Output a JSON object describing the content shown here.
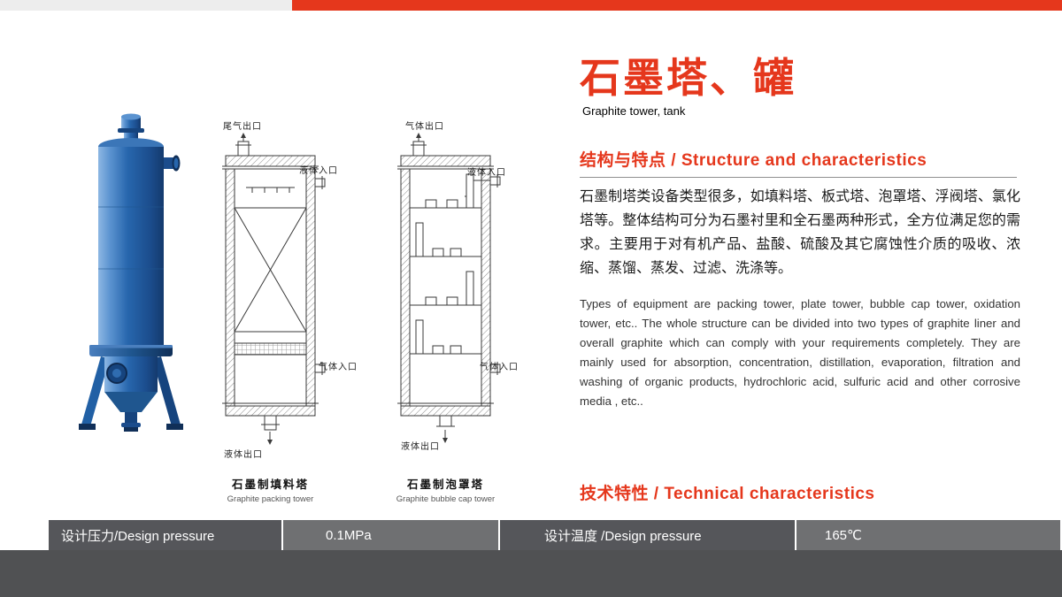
{
  "header": {
    "title_cn": "石墨塔、罐",
    "title_en": "Graphite tower, tank"
  },
  "sections": {
    "structure": {
      "heading": "结构与特点 / Structure and characteristics",
      "paragraph_cn": "石墨制塔类设备类型很多，如填料塔、板式塔、泡罩塔、浮阀塔、氯化塔等。整体结构可分为石墨衬里和全石墨两种形式，全方位满足您的需求。主要用于对有机产品、盐酸、硫酸及其它腐蚀性介质的吸收、浓缩、蒸馏、蒸发、过滤、洗涤等。",
      "paragraph_en": "Types of equipment are packing tower, plate tower, bubble cap tower, oxidation tower, etc.. The whole structure can be divided into two types of graphite liner and overall graphite which can comply with your requirements completely. They are mainly used for absorption, concentration, distillation, evaporation, filtration and washing of organic products, hydrochloric acid, sulfuric acid and other corrosive media , etc.."
    },
    "technical": {
      "heading": "技术特性 / Technical characteristics"
    }
  },
  "figures": [
    {
      "caption_cn": "石墨制填料塔",
      "caption_en": "Graphite packing tower",
      "labels": {
        "top": "尾气出口",
        "inlet_top": "液体入口",
        "inlet_bottom": "气体入口",
        "outlet_bottom": "液体出口"
      }
    },
    {
      "caption_cn": "石墨制泡罩塔",
      "caption_en": "Graphite bubble cap tower",
      "labels": {
        "top": "气体出口",
        "inlet_top": "液体入口",
        "inlet_bottom": "气体入口",
        "outlet_bottom": "液体出口"
      }
    }
  ],
  "spec_table": {
    "cells": [
      {
        "label": "设计压力/Design pressure",
        "value": "0.1MPa"
      },
      {
        "label": "设计温度 /Design pressure",
        "value": "165℃"
      }
    ]
  },
  "colors": {
    "accent_red": "#e5371c",
    "bar_label": "#55565a",
    "bar_value": "#6f7072",
    "bar_strip": "#505153"
  }
}
